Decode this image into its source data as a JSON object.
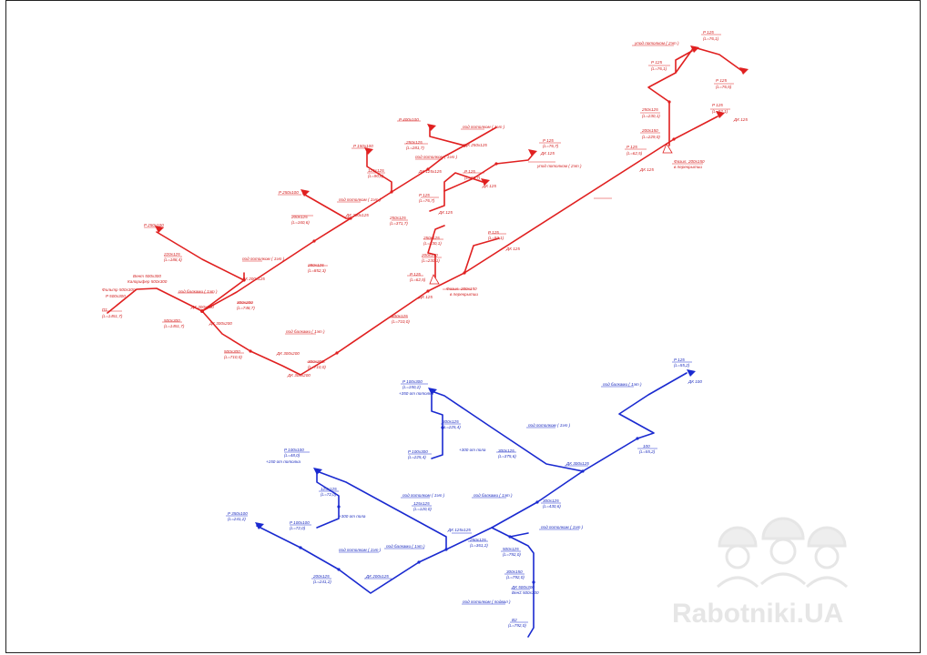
{
  "watermark": {
    "text": "Rabotniki.UA"
  },
  "colors": {
    "supply": "#e02020",
    "exhaust": "#1a2ad0",
    "watermark": "#e6e6e6"
  },
  "supply_labels": [
    "P 125",
    "(L=76,1)",
    "Р 125",
    "(L=76,5)",
    "упод потолком ( 2эт )",
    "Р 125",
    "(L=76,1)",
    "250х125",
    "(L=230,1)",
    "200х150",
    "(L=229,0)",
    "P 125",
    "(L=62,5)",
    "ДК 125",
    "Фазил. 200х150",
    "в перекрытии",
    "ДК 125",
    "P 125",
    "(L=92,1)",
    "P 125",
    "(L=76,7)",
    "ДК 125",
    "упод потолком ( 2эт )",
    "P 125",
    "(L=76,7)",
    "ДК 125",
    "P 400х100",
    "под потолком ( 1эт )",
    "250х125",
    "(L=281,7)",
    "ДК 250х125",
    "P 150х100",
    "под потолком ( 1эт )",
    "125х125",
    "(L=90,0)",
    "ДК 125х125",
    "P 250х100",
    "под потолком ( 1эт )",
    "200х125",
    "(L=160,6)",
    "ДК 200х125",
    "250х125",
    "(L=371,7)",
    "P 125",
    "(L=76,7)",
    "ДК 125",
    "P 250х100",
    "220х125",
    "(L=188,4)",
    "под потолком ( 1эт )",
    "ДК 200х125",
    "280х125",
    "(L=852,3)",
    "250х125",
    "(L=230,1)",
    "200х150",
    "(L=230,1)",
    "P 125",
    "(L=92,1)",
    "ДК 125",
    "P 125",
    "(L=62,5)",
    "ДК 125",
    "Фазил. 200х150",
    "в перекрытии",
    "Вент 500х300",
    "Калорифер 500х300",
    "Фильтр 500х300",
    "P 500х300",
    "П1",
    "(L=1451,7)",
    "под балками ( 1эт )",
    "ДК 300х200",
    "300х200",
    "(L=748,7)",
    "ДК 300х200",
    "500х300",
    "(L=1451,7)",
    "400х125",
    "(L=710,0)",
    "под балками ( 1эт )",
    "500х300",
    "(L=710,0)",
    "ДК 300х200",
    "300х200",
    "(L=710,0)",
    "ДК 300х200"
  ],
  "exhaust_labels": [
    "P 125",
    "(L=55,2)",
    "ДК 100",
    "под балками ( 1эт )",
    "P 100х300",
    "(L=150,2)",
    "+350 от потолка",
    "300х125",
    "(L=225,4)",
    "P 100х300",
    "(L=225,4)",
    "+300 от пола",
    "300х125",
    "(L=375,6)",
    "под потолком ( 1эт )",
    "ДК 300х125",
    "100",
    "(L=55,2)",
    "P 100х100",
    "(L=48,0)",
    "+150 от потолка",
    "125х125",
    "(L=72,0)",
    "P 100х100",
    "(L=72,0)",
    "+300 от пола",
    "под потолком ( 1эт )",
    "125х125",
    "(L=120,0)",
    "под балками ( 1эт )",
    "300х125",
    "(L=430,6)",
    "ДК 125х125",
    "250х125",
    "(L=361,2)",
    "под потолком ( 1эт )",
    "P 350х100",
    "(L=241,2)",
    "под потолком ( 1эт )",
    "под балками ( 1эт )",
    "200х125",
    "(L=241,2)",
    "ДК 200х125",
    "500х125",
    "(L=792,0)",
    "300х150",
    "(L=792,0)",
    "ДК 500х300",
    "Вен≠ 500х300",
    "под потолком ( подвал )",
    "В2",
    "(L=792,0)"
  ]
}
